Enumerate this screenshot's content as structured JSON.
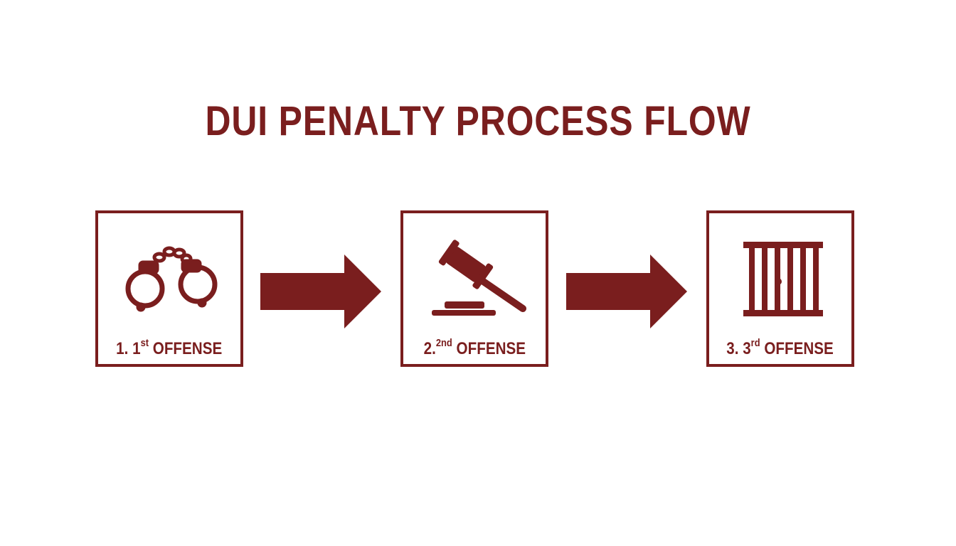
{
  "title": "DUI PENALTY PROCESS FLOW",
  "colors": {
    "accent": "#7a1e1e",
    "background": "#ffffff"
  },
  "steps": [
    {
      "prefix": "1. 1",
      "sup": "st",
      "suffix": " OFFENSE",
      "icon": "handcuffs-icon"
    },
    {
      "prefix": "2.",
      "sup": "2nd",
      "suffix": " OFFENSE",
      "icon": "gavel-icon"
    },
    {
      "prefix": "3. 3",
      "sup": "rd",
      "suffix": " OFFENSE",
      "icon": "jail-bars-icon"
    }
  ],
  "connectors": [
    "arrow-right-icon",
    "arrow-right-icon"
  ]
}
